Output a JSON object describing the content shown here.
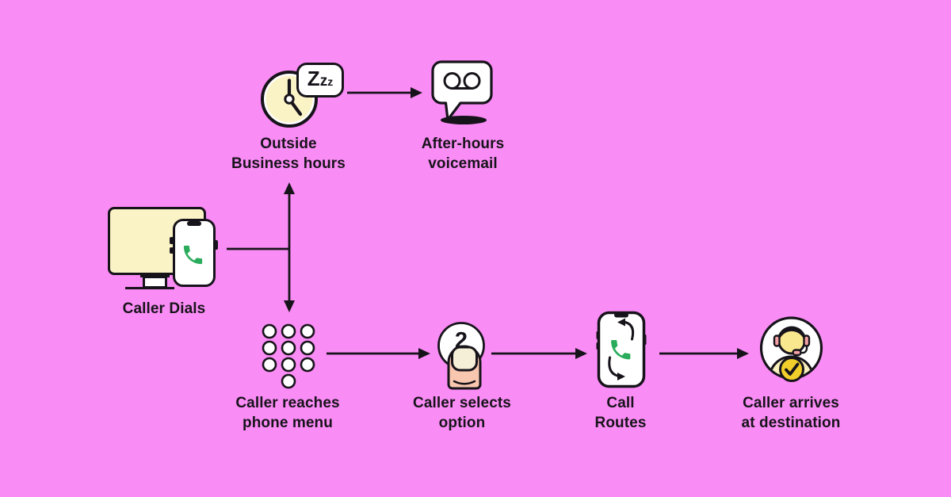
{
  "colors": {
    "bg": "#FA8CF5",
    "ink": "#17131A",
    "white": "#FFFFFF",
    "pale-yellow": "#FAF3C6",
    "face-yellow": "#FAE88F",
    "body-yellow": "#FAF0BE",
    "gold": "#F2CE2B",
    "peach": "#F9C6AF",
    "cream": "#F5EFD8",
    "rose": "#F3A1A4",
    "green": "#2BAC5C"
  },
  "nodes": {
    "caller_dials": {
      "label": "Caller Dials",
      "icon": "desktop-and-smartphone-icon"
    },
    "outside_business_hours": {
      "label_line1": "Outside",
      "label_line2": "Business hours",
      "icon": "sleeping-clock-icon",
      "sleep_text": [
        "Z",
        "z",
        "z"
      ]
    },
    "after_hours_voicemail": {
      "label_line1": "After-hours",
      "label_line2": "voicemail",
      "icon": "voicemail-speech-bubble-icon"
    },
    "caller_reaches_phone_menu": {
      "label_line1": "Caller reaches",
      "label_line2": "phone menu",
      "icon": "dial-pad-icon"
    },
    "caller_selects_option": {
      "label_line1": "Caller selects",
      "label_line2": "option",
      "icon": "finger-pressing-button-icon",
      "digit": "2"
    },
    "call_routes": {
      "label_line1": "Call",
      "label_line2": "Routes",
      "icon": "call-routing-phone-icon"
    },
    "caller_arrives_at_destination": {
      "label_line1": "Caller arrives",
      "label_line2": "at destination",
      "icon": "support-agent-with-check-icon"
    }
  },
  "edges": [
    {
      "from": "caller_dials",
      "to": "outside_business_hours"
    },
    {
      "from": "outside_business_hours",
      "to": "after_hours_voicemail"
    },
    {
      "from": "caller_dials",
      "to": "caller_reaches_phone_menu"
    },
    {
      "from": "caller_reaches_phone_menu",
      "to": "caller_selects_option"
    },
    {
      "from": "caller_selects_option",
      "to": "call_routes"
    },
    {
      "from": "call_routes",
      "to": "caller_arrives_at_destination"
    }
  ]
}
